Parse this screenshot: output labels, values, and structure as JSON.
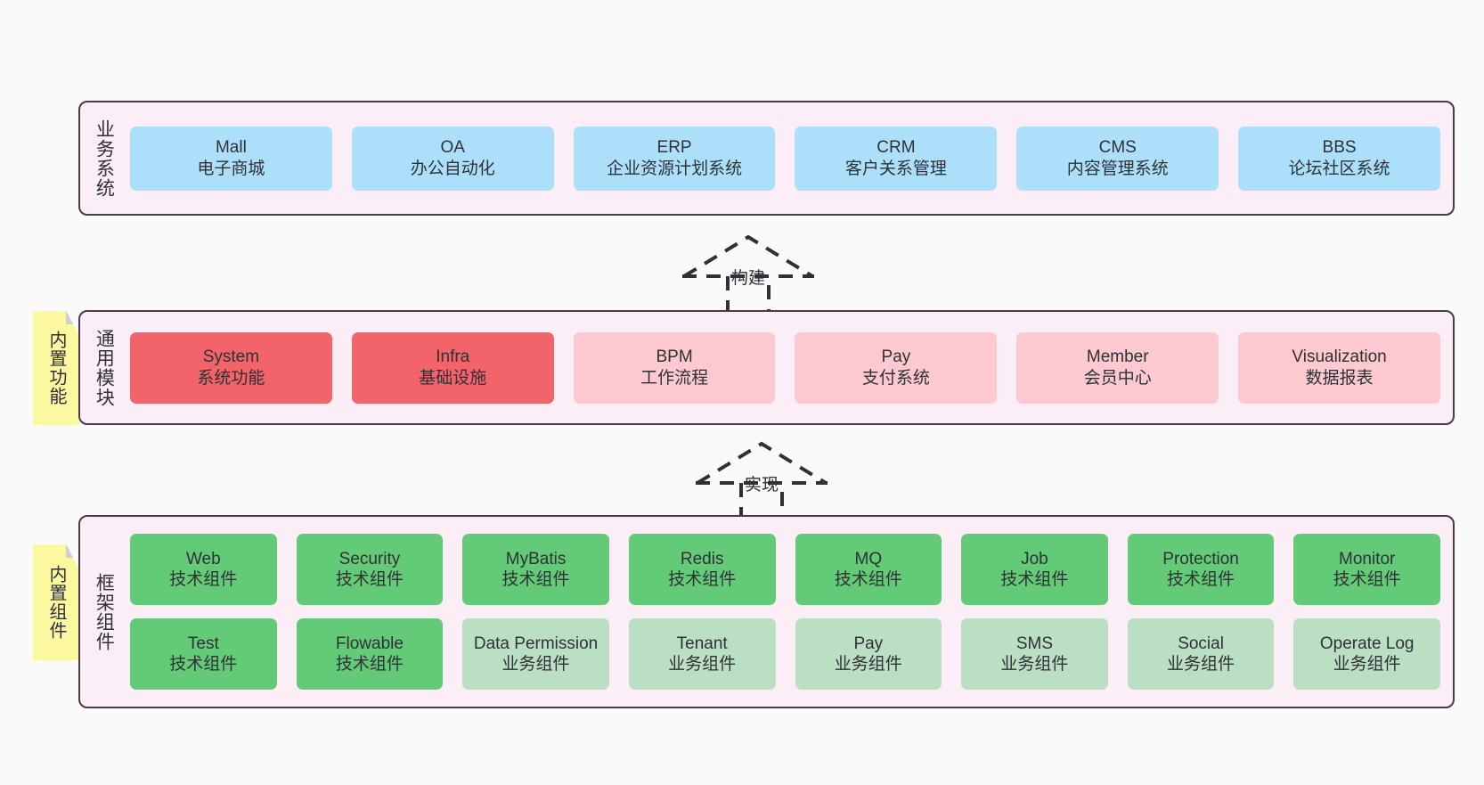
{
  "diagram": {
    "title_layers": [
      "业务系统",
      "通用模块",
      "框架组件"
    ],
    "background": "#fafafa",
    "layer_fill": "#fbeef6",
    "layer_border": "#4a3b47",
    "note_fill": "#fbf8a0"
  },
  "layers": {
    "business": {
      "title": "业务系统",
      "nodes": [
        {
          "en": "Mall",
          "cn": "电子商城",
          "color": "#ace0fa"
        },
        {
          "en": "OA",
          "cn": "办公自动化",
          "color": "#ace0fa"
        },
        {
          "en": "ERP",
          "cn": "企业资源计划系统",
          "color": "#ace0fa"
        },
        {
          "en": "CRM",
          "cn": "客户关系管理",
          "color": "#ace0fa"
        },
        {
          "en": "CMS",
          "cn": "内容管理系统",
          "color": "#ace0fa"
        },
        {
          "en": "BBS",
          "cn": "论坛社区系统",
          "color": "#ace0fa"
        }
      ]
    },
    "common": {
      "title": "通用模块",
      "note": "内置功能",
      "nodes": [
        {
          "en": "System",
          "cn": "系统功能",
          "color": "#f2636a"
        },
        {
          "en": "Infra",
          "cn": "基础设施",
          "color": "#f2636a"
        },
        {
          "en": "BPM",
          "cn": "工作流程",
          "color": "#fbc9cf"
        },
        {
          "en": "Pay",
          "cn": "支付系统",
          "color": "#fbc9cf"
        },
        {
          "en": "Member",
          "cn": "会员中心",
          "color": "#fbc9cf"
        },
        {
          "en": "Visualization",
          "cn": "数据报表",
          "color": "#fbc9cf"
        }
      ]
    },
    "framework": {
      "title": "框架组件",
      "note": "内置组件",
      "row1": [
        {
          "en": "Web",
          "cn": "技术组件",
          "color": "#63ca78"
        },
        {
          "en": "Security",
          "cn": "技术组件",
          "color": "#63ca78"
        },
        {
          "en": "MyBatis",
          "cn": "技术组件",
          "color": "#63ca78"
        },
        {
          "en": "Redis",
          "cn": "技术组件",
          "color": "#63ca78"
        },
        {
          "en": "MQ",
          "cn": "技术组件",
          "color": "#63ca78"
        },
        {
          "en": "Job",
          "cn": "技术组件",
          "color": "#63ca78"
        },
        {
          "en": "Protection",
          "cn": "技术组件",
          "color": "#63ca78"
        },
        {
          "en": "Monitor",
          "cn": "技术组件",
          "color": "#63ca78"
        }
      ],
      "row2": [
        {
          "en": "Test",
          "cn": "技术组件",
          "color": "#63ca78"
        },
        {
          "en": "Flowable",
          "cn": "技术组件",
          "color": "#63ca78"
        },
        {
          "en": "Data Permission",
          "cn": "业务组件",
          "color": "#badfc3"
        },
        {
          "en": "Tenant",
          "cn": "业务组件",
          "color": "#badfc3"
        },
        {
          "en": "Pay",
          "cn": "业务组件",
          "color": "#badfc3"
        },
        {
          "en": "SMS",
          "cn": "业务组件",
          "color": "#badfc3"
        },
        {
          "en": "Social",
          "cn": "业务组件",
          "color": "#badfc3"
        },
        {
          "en": "Operate Log",
          "cn": "业务组件",
          "color": "#badfc3"
        }
      ]
    }
  },
  "arrows": [
    {
      "label": "构建",
      "from": "通用模块",
      "to": "业务系统",
      "style": "dashed-generalization"
    },
    {
      "label": "实现",
      "from": "框架组件",
      "to": "通用模块",
      "style": "dashed-generalization"
    }
  ]
}
